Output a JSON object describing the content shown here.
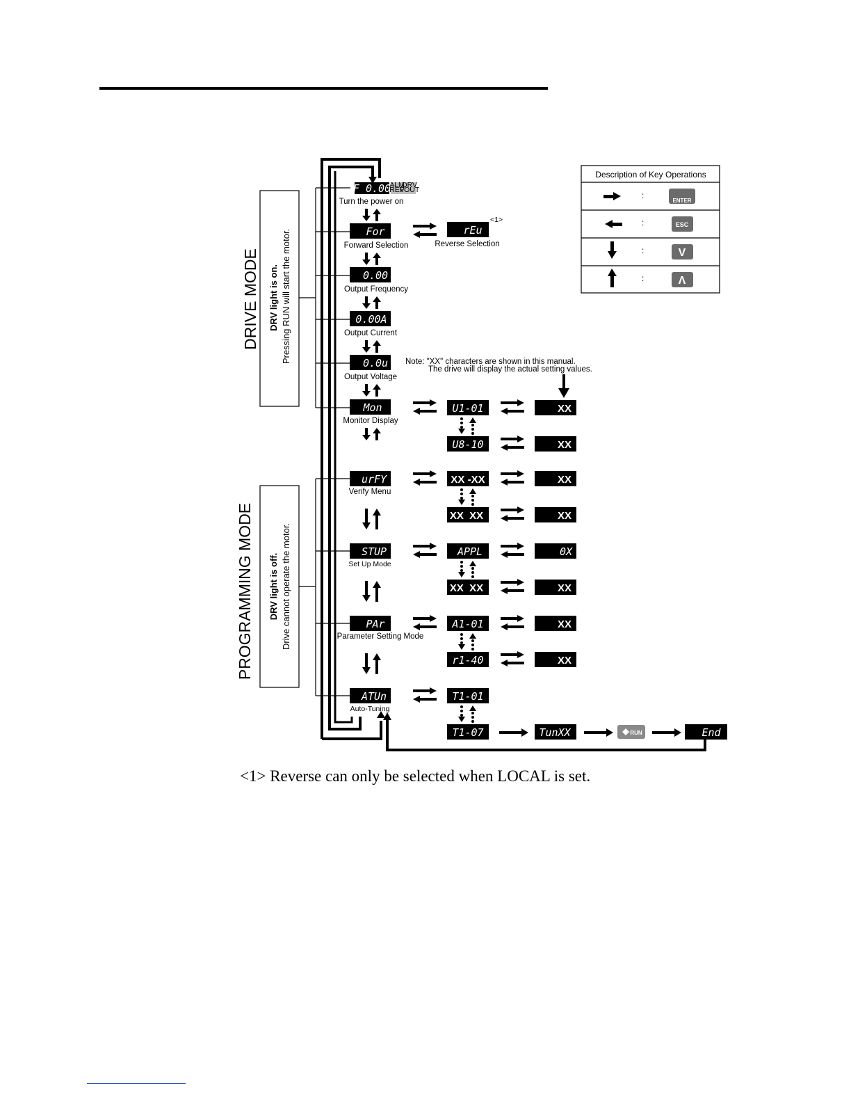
{
  "footnote": "<1> Reverse can only be selected when LOCAL is set.",
  "note_line1": "Note: \"XX\" characters are shown in this manual.",
  "note_line2": "The drive will display the actual setting values.",
  "drive_mode": {
    "title": "DRIVE MODE",
    "line1": "DRV light is on.",
    "line2": "Pressing RUN will start the motor."
  },
  "programming_mode": {
    "title": "PROGRAMMING MODE",
    "line1": "DRV light is off.",
    "line2": "Drive cannot operate the motor."
  },
  "key_legend": {
    "title": "Description of Key Operations",
    "separator": ":",
    "rows": [
      {
        "arrow": "right-arrow-icon",
        "key": "ENTER"
      },
      {
        "arrow": "left-arrow-icon",
        "key": "ESC"
      },
      {
        "arrow": "down-arrow-icon",
        "key": "V"
      },
      {
        "arrow": "up-arrow-icon",
        "key": "Λ"
      }
    ]
  },
  "main_column": [
    {
      "display": "F 0.00",
      "label": "Turn the power on"
    },
    {
      "display": "For",
      "label": "Forward Selection"
    },
    {
      "display": "0.00",
      "label": "Output Frequency"
    },
    {
      "display": "0.00A",
      "label": "Output Current"
    },
    {
      "display": "0.0u",
      "label": "Output Voltage"
    },
    {
      "display": "Mon",
      "label": "Monitor Display"
    },
    {
      "display": "urFY",
      "label": "Verify Menu"
    },
    {
      "display": "STUP",
      "label": "Set Up Mode"
    },
    {
      "display": "PAr",
      "label": "Parameter Setting Mode"
    },
    {
      "display": "ATUn",
      "label": "Auto-Tuning"
    }
  ],
  "power_on_side": {
    "left": "ALM",
    "left2": "REV",
    "right": "DRV",
    "right2": "FOUT"
  },
  "reverse": {
    "display": "rEu",
    "label": "Reverse Selection",
    "note_ref": "<1>"
  },
  "sub_displays": {
    "mon_first": "U1-01",
    "mon_last": "U8-10",
    "verify_first": "XX -XX",
    "verify_last": "XX  XX",
    "stup_first": "APPL",
    "stup_last": "XX  XX",
    "par_first": "A1-01",
    "par_last": "r1-40",
    "tune_first": "T1-01",
    "tune_last": "T1-07",
    "tune_run": "TunXX",
    "run_key": "RUN",
    "end": "End"
  },
  "value_displays": {
    "mon_first": "XX",
    "mon_last": "XX",
    "verify_first": "XX",
    "verify_last": "XX",
    "stup_first": "0X",
    "stup_last": "XX",
    "par_first": "XX",
    "par_last": "XX"
  }
}
